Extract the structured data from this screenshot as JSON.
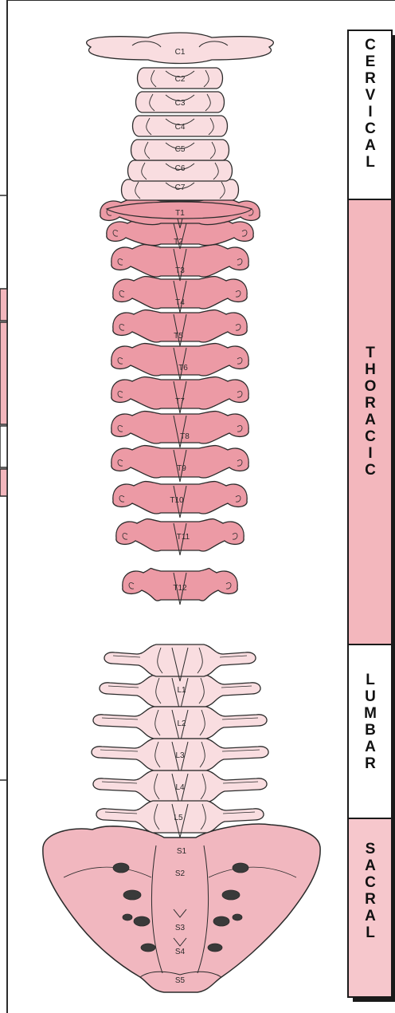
{
  "colors": {
    "light_bone": "#f9dde0",
    "thoracic_bone": "#ec9aa5",
    "sacral_bone": "#f1b7bf",
    "thoracic_band": "#f3b7bd",
    "sacral_band": "#f6c7cc",
    "white_band": "#ffffff",
    "outline": "#2b2b2b",
    "foramen": "#3a3a3a"
  },
  "regions": [
    {
      "id": "cervical",
      "label": "CERVICAL",
      "fill": "white"
    },
    {
      "id": "thoracic",
      "label": "THORACIC",
      "fill": "pink"
    },
    {
      "id": "lumbar",
      "label": "LUMBAR",
      "fill": "white"
    },
    {
      "id": "sacral",
      "label": "SACRAL",
      "fill": "pink"
    }
  ],
  "vertebrae": {
    "cervical": [
      "C1",
      "C2",
      "C3",
      "C4",
      "C5",
      "C6",
      "C7"
    ],
    "thoracic": [
      "T1",
      "T2",
      "T3",
      "T4",
      "T5",
      "T6",
      "T7",
      "T8",
      "T9",
      "T10",
      "T11",
      "T12"
    ],
    "lumbar": [
      "L1",
      "L2",
      "L3",
      "L4",
      "L5"
    ],
    "sacral": [
      "S1",
      "S2",
      "S3",
      "S4",
      "S5"
    ]
  }
}
